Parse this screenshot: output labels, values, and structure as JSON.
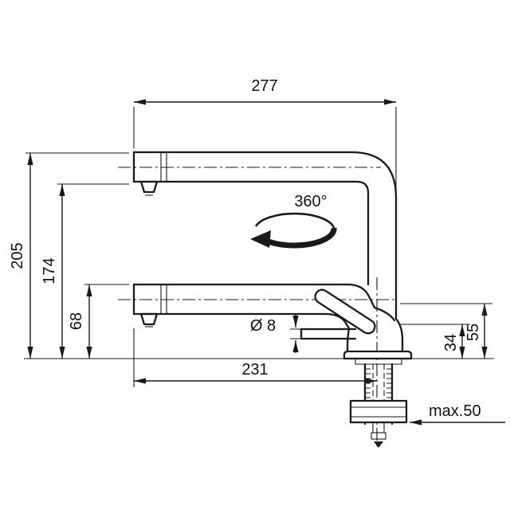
{
  "drawing": {
    "type": "technical-dimension-drawing",
    "subject": "pull-out kitchen faucet side view",
    "line_color": "#1a1a1a",
    "background": "#ffffff"
  },
  "dims": {
    "top_width": "277",
    "total_height": "205",
    "spout_height": "174",
    "lower_height": "68",
    "rotation": "360°",
    "hose_diameter": "Ø 8",
    "bottom_width": "231",
    "right_inner": "34",
    "right_outer": "55",
    "max_thickness": "max.50"
  }
}
